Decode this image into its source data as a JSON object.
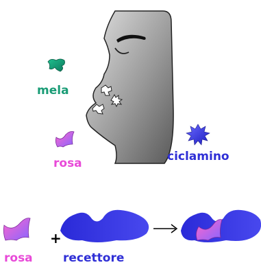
{
  "labels": {
    "mela": "mela",
    "rosa": "rosa",
    "ciclamino": "ciclamino",
    "rosa_bottom": "rosa",
    "recettore": "recettore",
    "plus": "+",
    "arrow": "→"
  },
  "colors": {
    "mela": "#1a9c76",
    "rosa": "#e84ad8",
    "ciclamino": "#2f2fd6",
    "receptor": "#3333dd",
    "face": "#9c9c9c"
  },
  "icons": {
    "face": "face-profile-icon",
    "mela_molecule": "mela-molecule-icon",
    "rosa_molecule": "rosa-molecule-icon",
    "ciclamino_molecule": "ciclamino-molecule-icon",
    "receptor": "receptor-icon"
  }
}
